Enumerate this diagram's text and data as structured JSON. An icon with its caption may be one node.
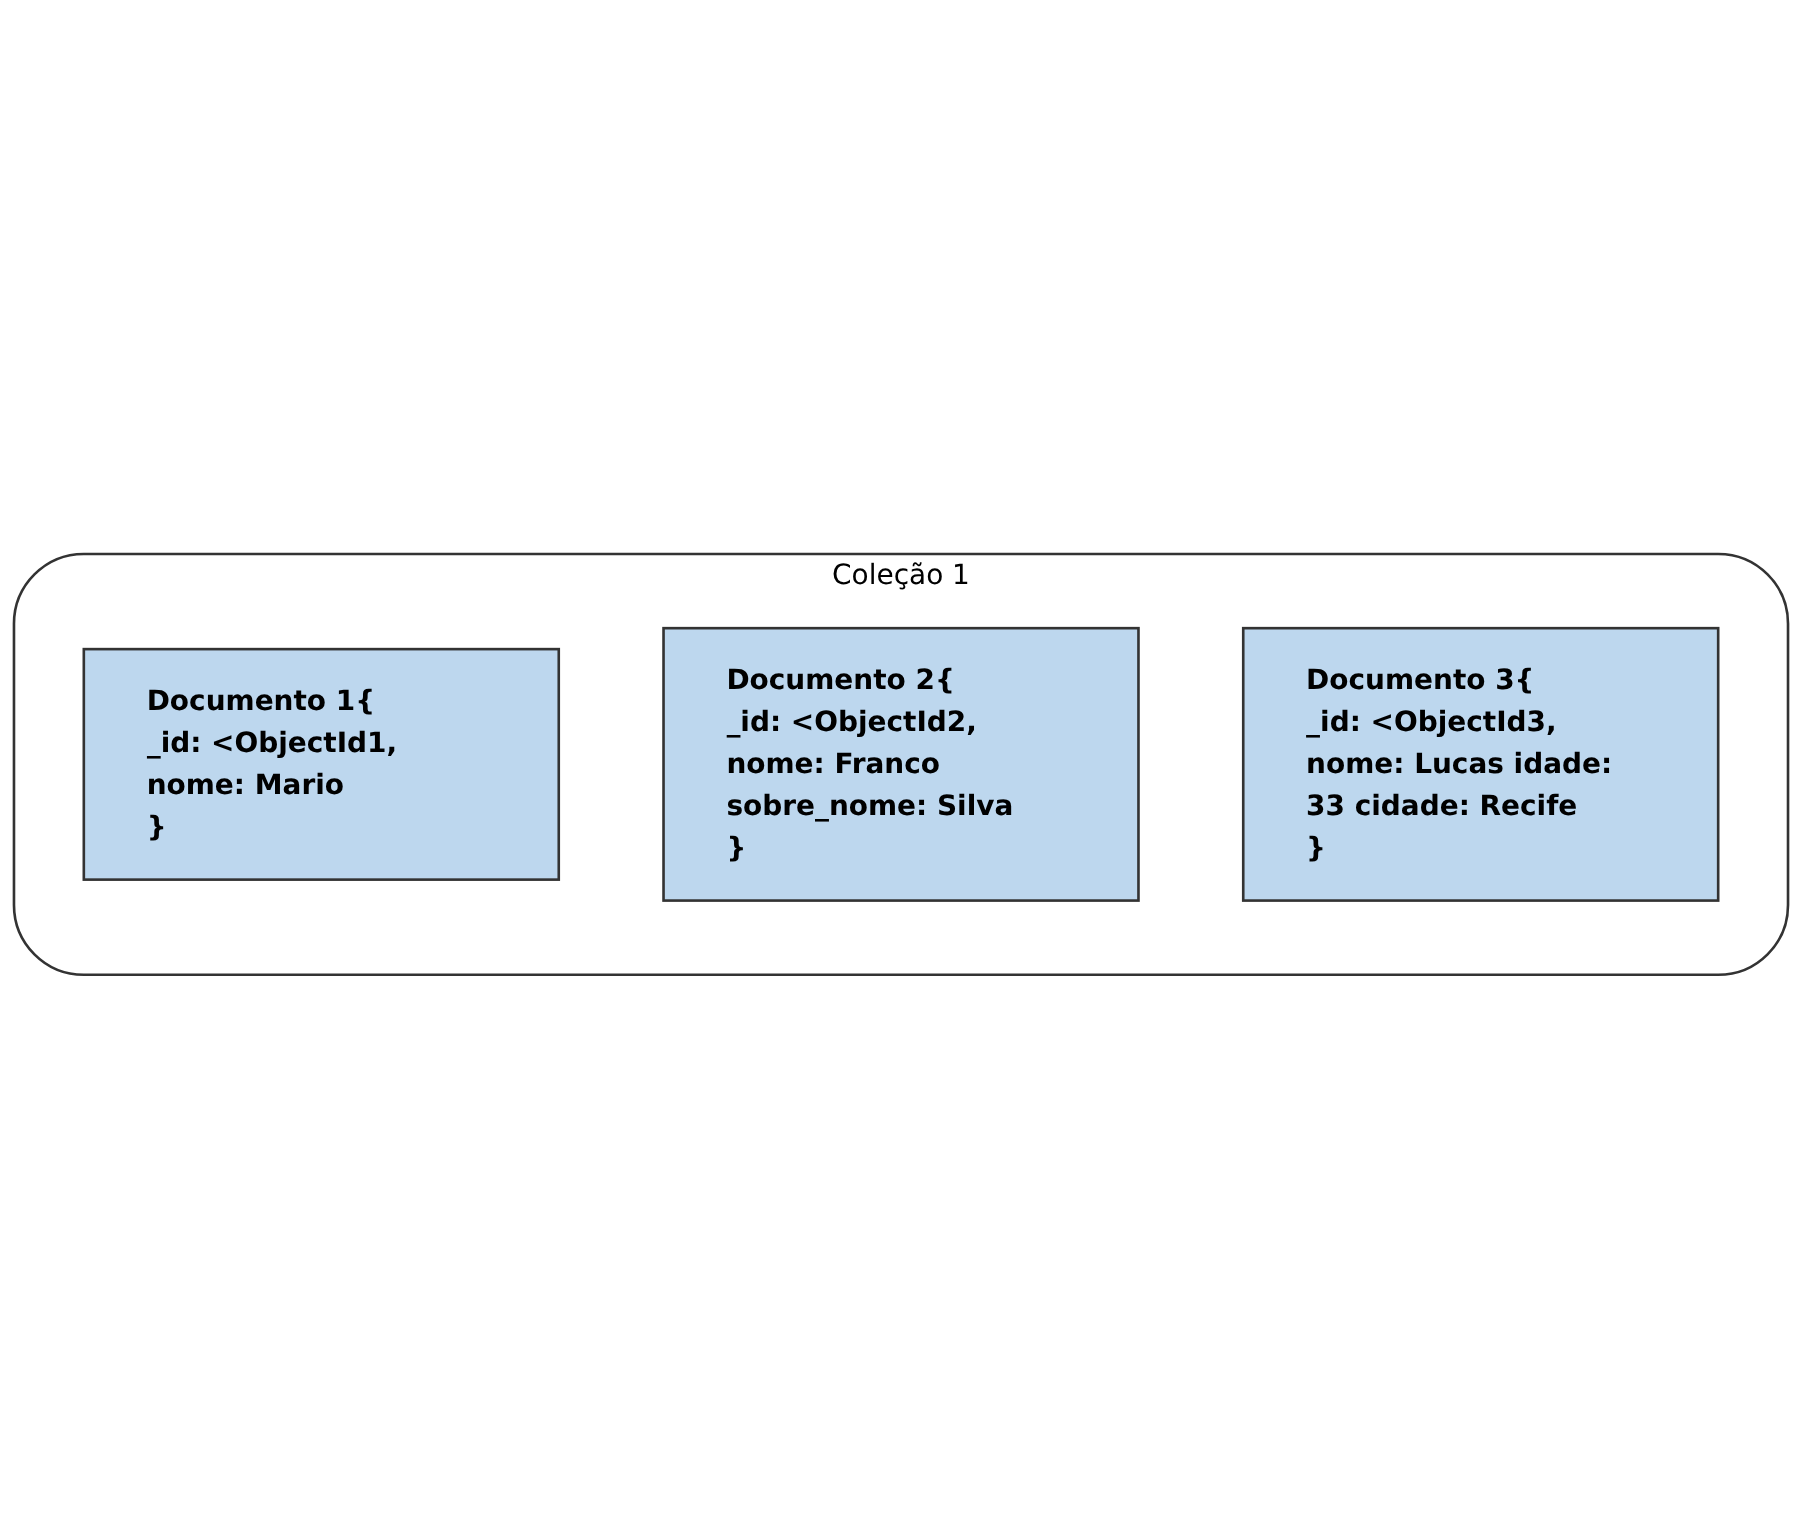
{
  "diagram": {
    "nodes": [
      {
        "text": [
          "Coleção 1"
        ]
      },
      {
        "text": [
          "Documento 1{",
          "_id: <ObjectId1, nome: Mario",
          "}"
        ],
        "in": 0
      },
      {
        "text": [
          "Documento 2{",
          "_id: <ObjectId2, nome: Franco sobre_nome: Silva",
          "}"
        ],
        "in": 0
      },
      {
        "text": [
          "Documento 3{",
          "_id: <ObjectId3, nome: Lucas idade: 33 cidade: Recife",
          "}"
        ],
        "in": 0
      }
    ]
  }
}
